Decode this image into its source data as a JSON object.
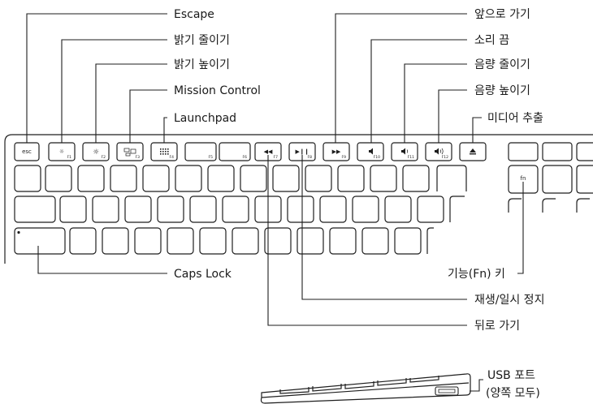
{
  "labels": {
    "escape": "Escape",
    "brightness_down": "밝기 줄이기",
    "brightness_up": "밝기 높이기",
    "mission_control": "Mission Control",
    "launchpad": "Launchpad",
    "caps_lock": "Caps Lock",
    "fast_forward": "앞으로 가기",
    "mute": "소리 끔",
    "volume_down": "음량 줄이기",
    "volume_up": "음량 높이기",
    "eject": "미디어 추출",
    "fn_key": "기능(Fn) 키",
    "play_pause": "재생/일시 정지",
    "rewind": "뒤로 가기",
    "usb_port_line1": "USB 포트",
    "usb_port_line2": "(양쪽 모두)"
  },
  "keys": {
    "esc": "esc",
    "f1": "F1",
    "f2": "F2",
    "f3": "F3",
    "f4": "F4",
    "f5": "F5",
    "f6": "F6",
    "f7": "F7",
    "f8": "F8",
    "f9": "F9",
    "f10": "F10",
    "f11": "F11",
    "f12": "F12",
    "fn": "fn"
  },
  "icons": {
    "brightness_down": "sun-small-icon",
    "brightness_up": "sun-large-icon",
    "mission_control": "mission-control-icon",
    "launchpad": "launchpad-grid-icon",
    "rewind": "rewind-icon",
    "play_pause": "play-pause-icon",
    "fast_forward": "fast-forward-icon",
    "mute": "speaker-mute-icon",
    "volume_down": "speaker-low-icon",
    "volume_up": "speaker-high-icon",
    "eject": "eject-icon"
  }
}
